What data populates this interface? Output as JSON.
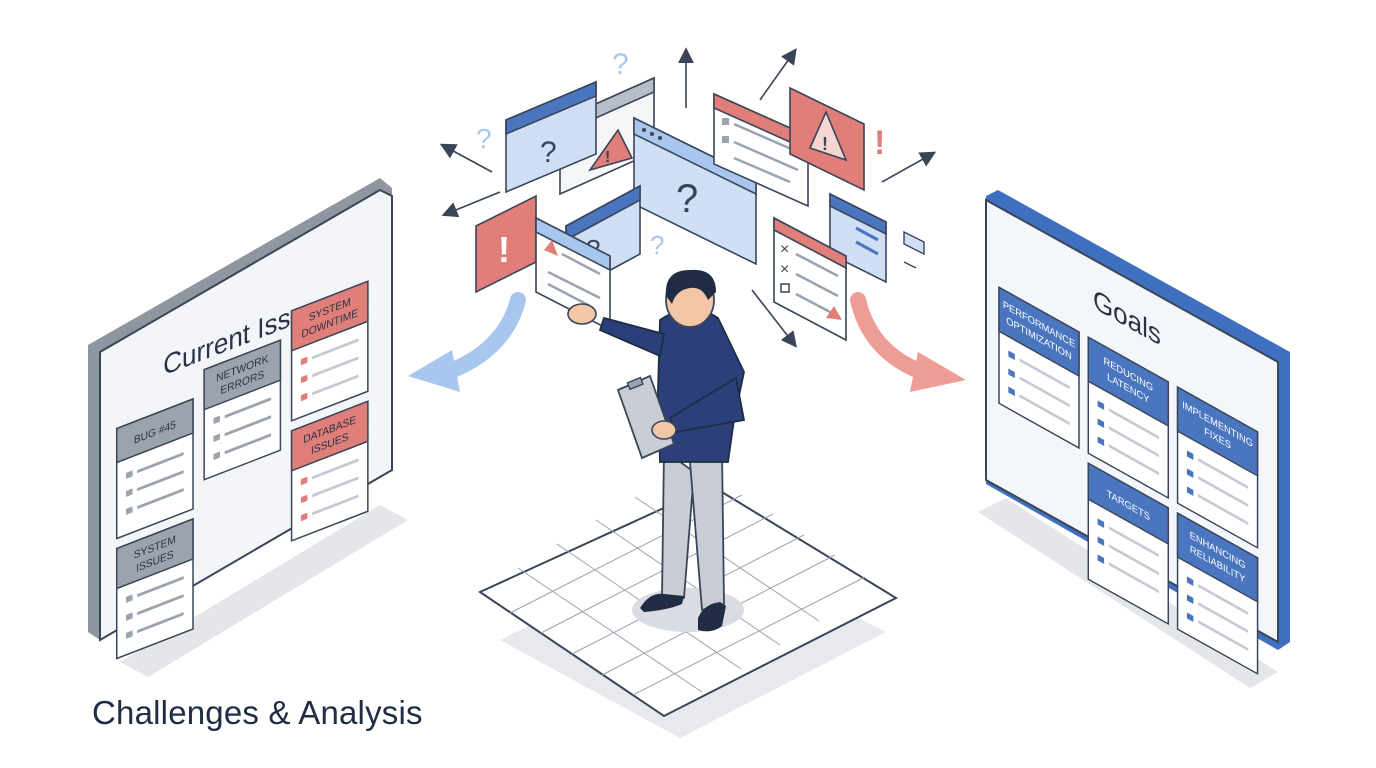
{
  "caption": "Challenges & Analysis",
  "left_board": {
    "title": "Current Issues",
    "cards": [
      {
        "line1": "BUG #45",
        "line2": "",
        "tone": "gray"
      },
      {
        "line1": "NETWORK",
        "line2": "ERRORS",
        "tone": "gray"
      },
      {
        "line1": "SYSTEM",
        "line2": "DOWNTIME",
        "tone": "red"
      },
      {
        "line1": "SYSTEM",
        "line2": "ISSUES",
        "tone": "gray"
      },
      {
        "line1": "DATABASE",
        "line2": "ISSUES",
        "tone": "red"
      }
    ]
  },
  "right_board": {
    "title": "Goals",
    "cards": [
      {
        "line1": "PERFORMANCE",
        "line2": "OPTIMIZATION"
      },
      {
        "line1": "REDUCING",
        "line2": "LATENCY"
      },
      {
        "line1": "IMPLEMENTING",
        "line2": "FIXES"
      },
      {
        "line1": "TARGETS",
        "line2": ""
      },
      {
        "line1": "ENHANCING",
        "line2": "RELIABILITY"
      }
    ]
  },
  "symbols": {
    "question": "?",
    "exclaim": "!",
    "cross": "×"
  },
  "colors": {
    "blue": "#4a76c0",
    "blue_light": "#cfe0f6",
    "red": "#e07e79",
    "red_light": "#f6d6d3",
    "gray": "#9ca3ad",
    "navy": "#1f2c44"
  }
}
